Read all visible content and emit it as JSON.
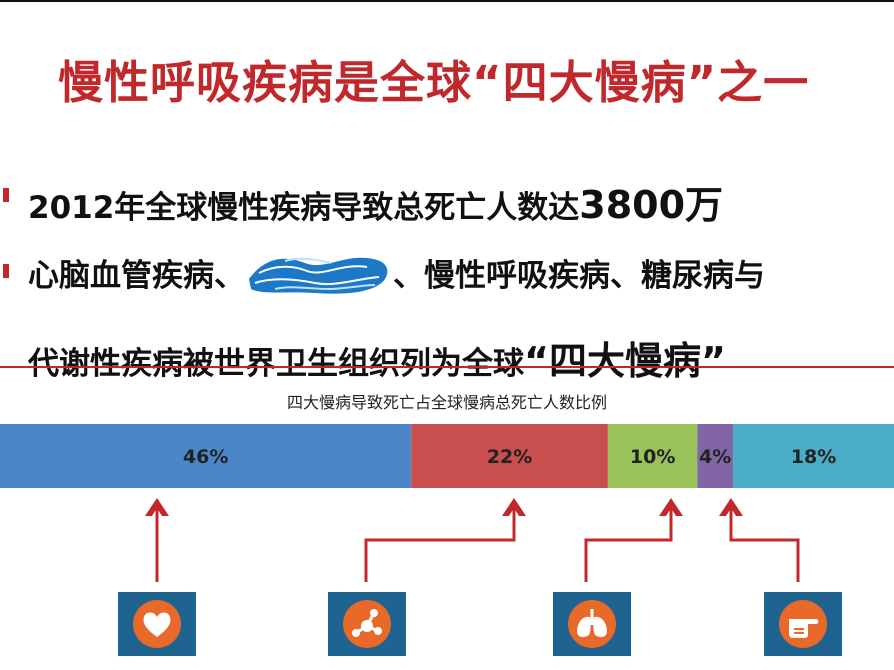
{
  "title": "慢性呼吸疾病是全球“四大慢病”之一",
  "bullets": {
    "line1_prefix": "2012年全球慢性疾病导致总死亡人数达",
    "line1_value": "3800万",
    "line2_before": "心脑血管疾病、",
    "line2_after": "、慢性呼吸疾病、糖尿病与",
    "line3_prefix": "代谢性疾病被世界卫生组织列为全球",
    "line3_highlight": "“四大慢病”"
  },
  "chart_data": {
    "type": "bar",
    "title": "四大慢病导致死亡占全球慢病总死亡人数比例",
    "orientation": "horizontal-stacked-100",
    "series": [
      {
        "value": 46,
        "label": "46%",
        "color": "#4a86c8"
      },
      {
        "value": 22,
        "label": "22%",
        "color": "#c84f4d"
      },
      {
        "value": 10,
        "label": "10%",
        "color": "#9ac25a"
      },
      {
        "value": 4,
        "label": "4%",
        "color": "#8165a4"
      },
      {
        "value": 18,
        "label": "18%",
        "color": "#4aadc8"
      }
    ]
  },
  "icons": [
    {
      "name": "heart-icon",
      "color": "#e8692a"
    },
    {
      "name": "molecule-icon",
      "color": "#e8692a"
    },
    {
      "name": "lungs-icon",
      "color": "#e8692a"
    },
    {
      "name": "pointing-hand-icon",
      "color": "#e8692a"
    }
  ],
  "colors": {
    "title": "#c0282c",
    "arrow": "#c0282c",
    "icon_background": "#1f6391",
    "icon_accent": "#e8692a"
  }
}
